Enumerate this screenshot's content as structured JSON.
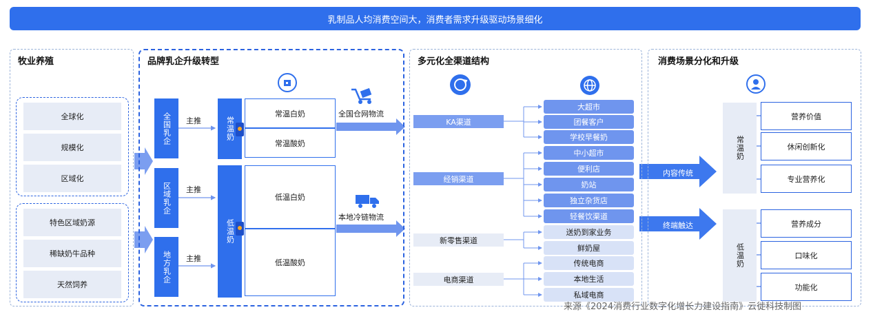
{
  "banner": "乳制品人均消费空间大，消费者需求升级驱动场景细化",
  "col1": {
    "title": "牧业养殖",
    "group1": [
      "全球化",
      "规模化",
      "区域化"
    ],
    "group2": [
      "特色区域奶源",
      "稀缺奶牛品种",
      "天然饲养"
    ]
  },
  "col2": {
    "title": "品牌乳企升级转型",
    "makers": [
      "全国乳企",
      "区域乳企",
      "地方乳企"
    ],
    "push": "主推",
    "ambient": "常温奶",
    "chilled": "低温奶",
    "ambient_products": [
      "常温白奶",
      "常温酸奶"
    ],
    "chilled_products": [
      "低温白奶",
      "低温酸奶"
    ],
    "logistics": [
      "全国仓网物流",
      "本地冷链物流"
    ]
  },
  "col3": {
    "title": "多元化全渠道结构",
    "channels": [
      "KA渠道",
      "经销渠道",
      "新零售渠道",
      "电商渠道"
    ],
    "outlets": [
      "大超市",
      "团餐客户",
      "学校早餐奶",
      "中小超市",
      "便利店",
      "奶站",
      "独立杂货店",
      "轻餐饮渠道",
      "送奶到家业务",
      "鲜奶屋",
      "传统电商",
      "本地生活",
      "私域电商"
    ]
  },
  "col4": {
    "title": "消费场景分化和升级",
    "arrows": [
      "内容传统",
      "终端触达"
    ],
    "ambient": "常温奶",
    "chilled": "低温奶",
    "ambient_scenes": [
      "营养价值",
      "休闲创新化",
      "专业营养化"
    ],
    "chilled_scenes": [
      "营养成分",
      "口味化",
      "功能化"
    ]
  },
  "source": "来源《2024消费行业数字化增长力建设指南》云徙科技制图"
}
